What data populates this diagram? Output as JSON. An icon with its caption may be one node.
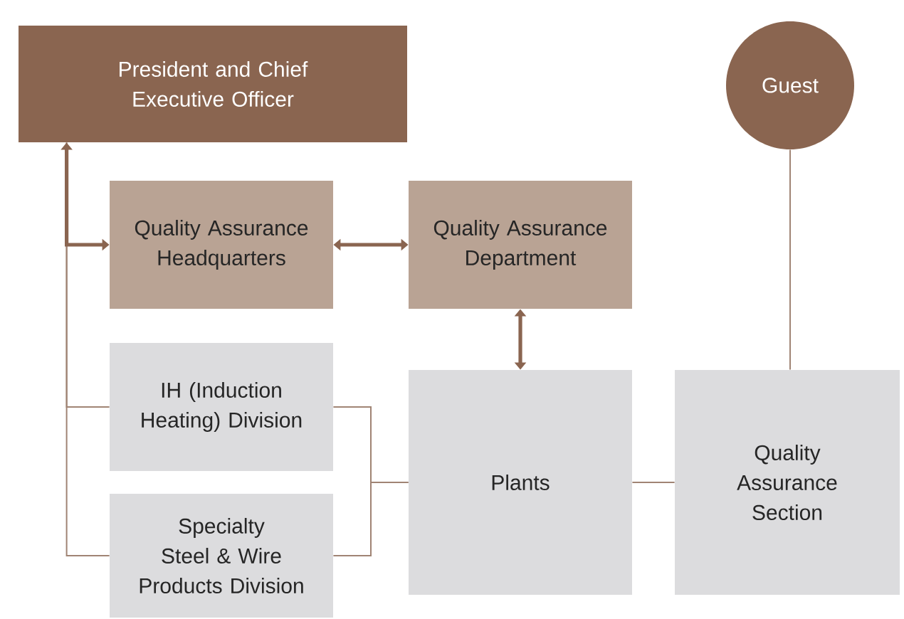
{
  "diagram": {
    "nodes": [
      {
        "text": [
          "President and Chief Executive Officer"
        ]
      },
      {
        "text": [
          "Guest"
        ]
      },
      {
        "text": [
          "Quality Assurance Headquarters"
        ]
      },
      {
        "text": [
          "Quality Assurance Department"
        ]
      },
      {
        "text": [
          "IH (Induction Heating) Division"
        ]
      },
      {
        "text": [
          "Specialty Steel & Wire Products Division"
        ]
      },
      {
        "text": [
          "Plants"
        ]
      },
      {
        "text": [
          "Quality Assurance Section"
        ]
      }
    ],
    "edges": [
      {
        "from": 0,
        "to": 4,
        "arrow": "none"
      },
      {
        "from": 0,
        "to": 5,
        "arrow": "none"
      },
      {
        "from": 0,
        "to": 2,
        "arrow": "both",
        "style": "thick",
        "color": "#8a6550"
      },
      {
        "from": 2,
        "to": 3,
        "arrow": "both",
        "style": "thick",
        "color": "#8a6550"
      },
      {
        "from": 3,
        "to": 6,
        "arrow": "both",
        "style": "thick",
        "color": "#8a6550"
      },
      {
        "from": 4,
        "to": 6,
        "arrow": "none"
      },
      {
        "from": 5,
        "to": 6,
        "arrow": "none"
      },
      {
        "from": 6,
        "to": 7,
        "arrow": "none"
      },
      {
        "from": 1,
        "to": 7,
        "arrow": "none"
      }
    ]
  }
}
